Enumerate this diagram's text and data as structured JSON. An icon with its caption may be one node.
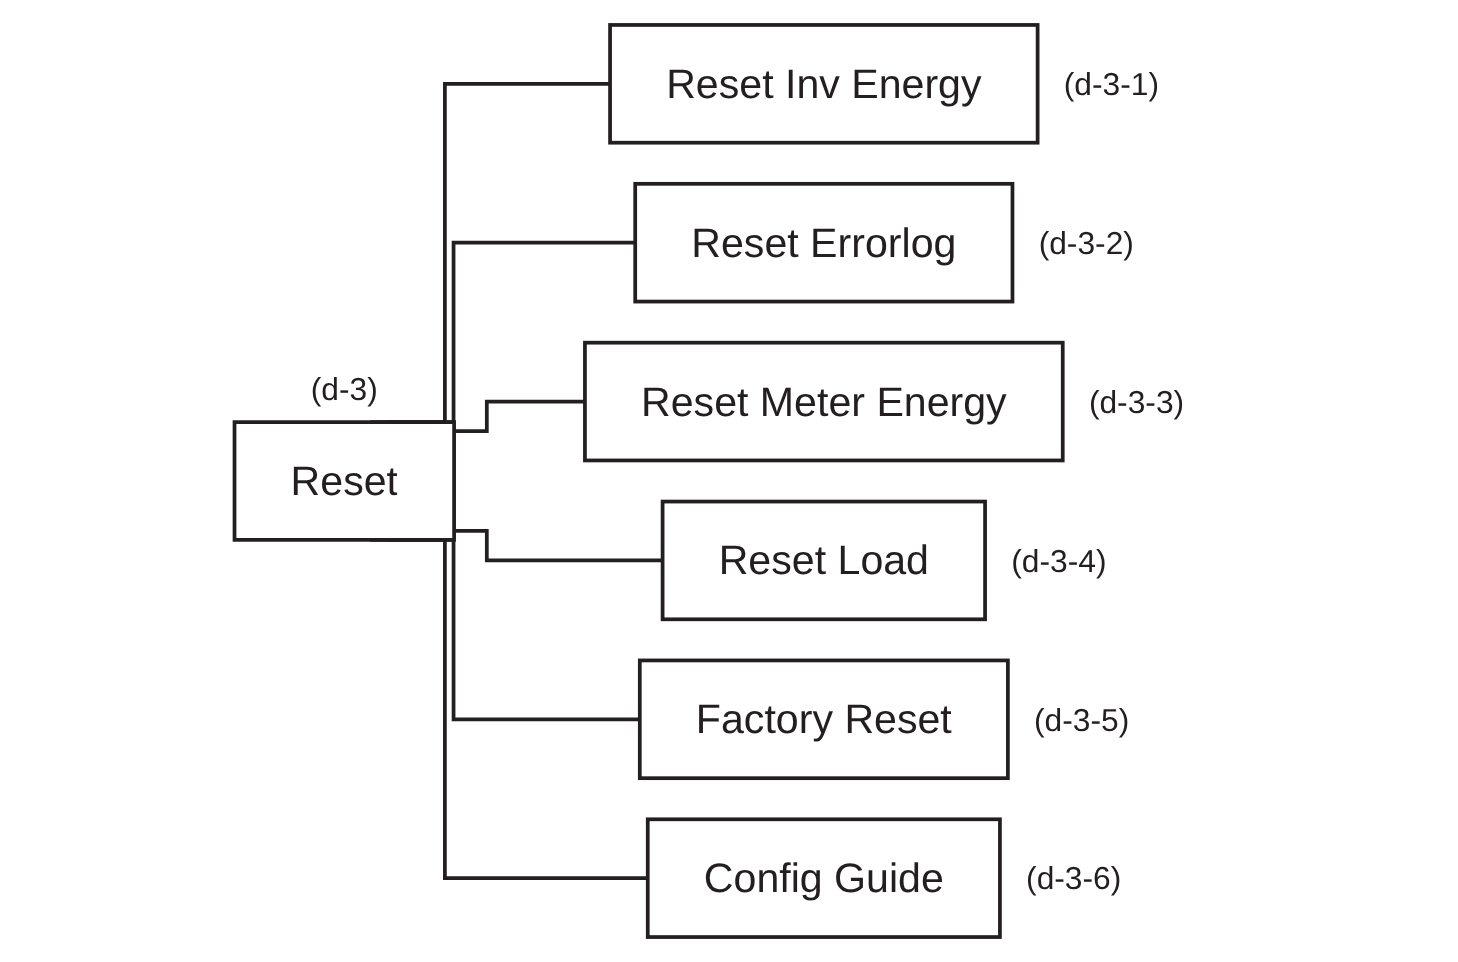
{
  "diagram": {
    "nodes": [
      {
        "text": [
          "Reset"
        ],
        "beside": [
          "(d-3)"
        ]
      },
      {
        "text": [
          "Reset Inv Energy"
        ],
        "beside": [
          "(d-3-1)"
        ]
      },
      {
        "text": [
          "Reset Errorlog"
        ],
        "beside": [
          "(d-3-2)"
        ]
      },
      {
        "text": [
          "Reset Meter Energy"
        ],
        "beside": [
          "(d-3-3)"
        ]
      },
      {
        "text": [
          "Reset Load"
        ],
        "beside": [
          "(d-3-4)"
        ]
      },
      {
        "text": [
          "Factory Reset"
        ],
        "beside": [
          "(d-3-5)"
        ]
      },
      {
        "text": [
          "Config Guide"
        ],
        "beside": [
          "(d-3-6)"
        ]
      }
    ],
    "edges": [
      {
        "from": 0,
        "to": 1,
        "arrow": "none"
      },
      {
        "from": 0,
        "to": 2,
        "arrow": "none"
      },
      {
        "from": 0,
        "to": 3,
        "arrow": "none"
      },
      {
        "from": 0,
        "to": 4,
        "arrow": "none"
      },
      {
        "from": 0,
        "to": 5,
        "arrow": "none"
      },
      {
        "from": 0,
        "to": 6,
        "arrow": "none"
      }
    ]
  }
}
